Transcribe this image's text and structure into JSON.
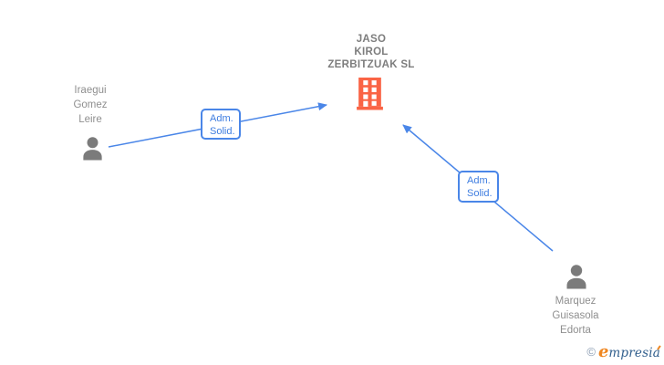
{
  "diagram": {
    "company": {
      "name_lines": [
        "JASO",
        "KIROL",
        "ZERBITZUAK SL"
      ],
      "icon": "building-icon"
    },
    "person_left": {
      "name_lines": [
        "Iraegui",
        "Gomez",
        "Leire"
      ],
      "icon": "person-icon"
    },
    "person_right": {
      "name_lines": [
        "Marquez",
        "Guisasola",
        "Edorta"
      ],
      "icon": "person-icon"
    },
    "edge_left": {
      "label_lines": [
        "Adm.",
        "Solid."
      ],
      "from": "Iraegui Gomez Leire",
      "to": "JASO KIROL ZERBITZUAK SL"
    },
    "edge_right": {
      "label_lines": [
        "Adm.",
        "Solid."
      ],
      "from": "Marquez Guisasola Edorta",
      "to": "JASO KIROL ZERBITZUAK SL"
    },
    "colors": {
      "arrow_blue": "#4a86e8",
      "label_text_blue": "#3e7de0",
      "building_orange": "#fa6445",
      "person_gray": "#7b7b7b",
      "name_gray": "#8f8f8f",
      "company_gray": "#7d7d7d"
    }
  },
  "footer": {
    "logo": {
      "copyright": "©",
      "brand_first_letter": "e",
      "brand_rest": "mpresia"
    }
  }
}
